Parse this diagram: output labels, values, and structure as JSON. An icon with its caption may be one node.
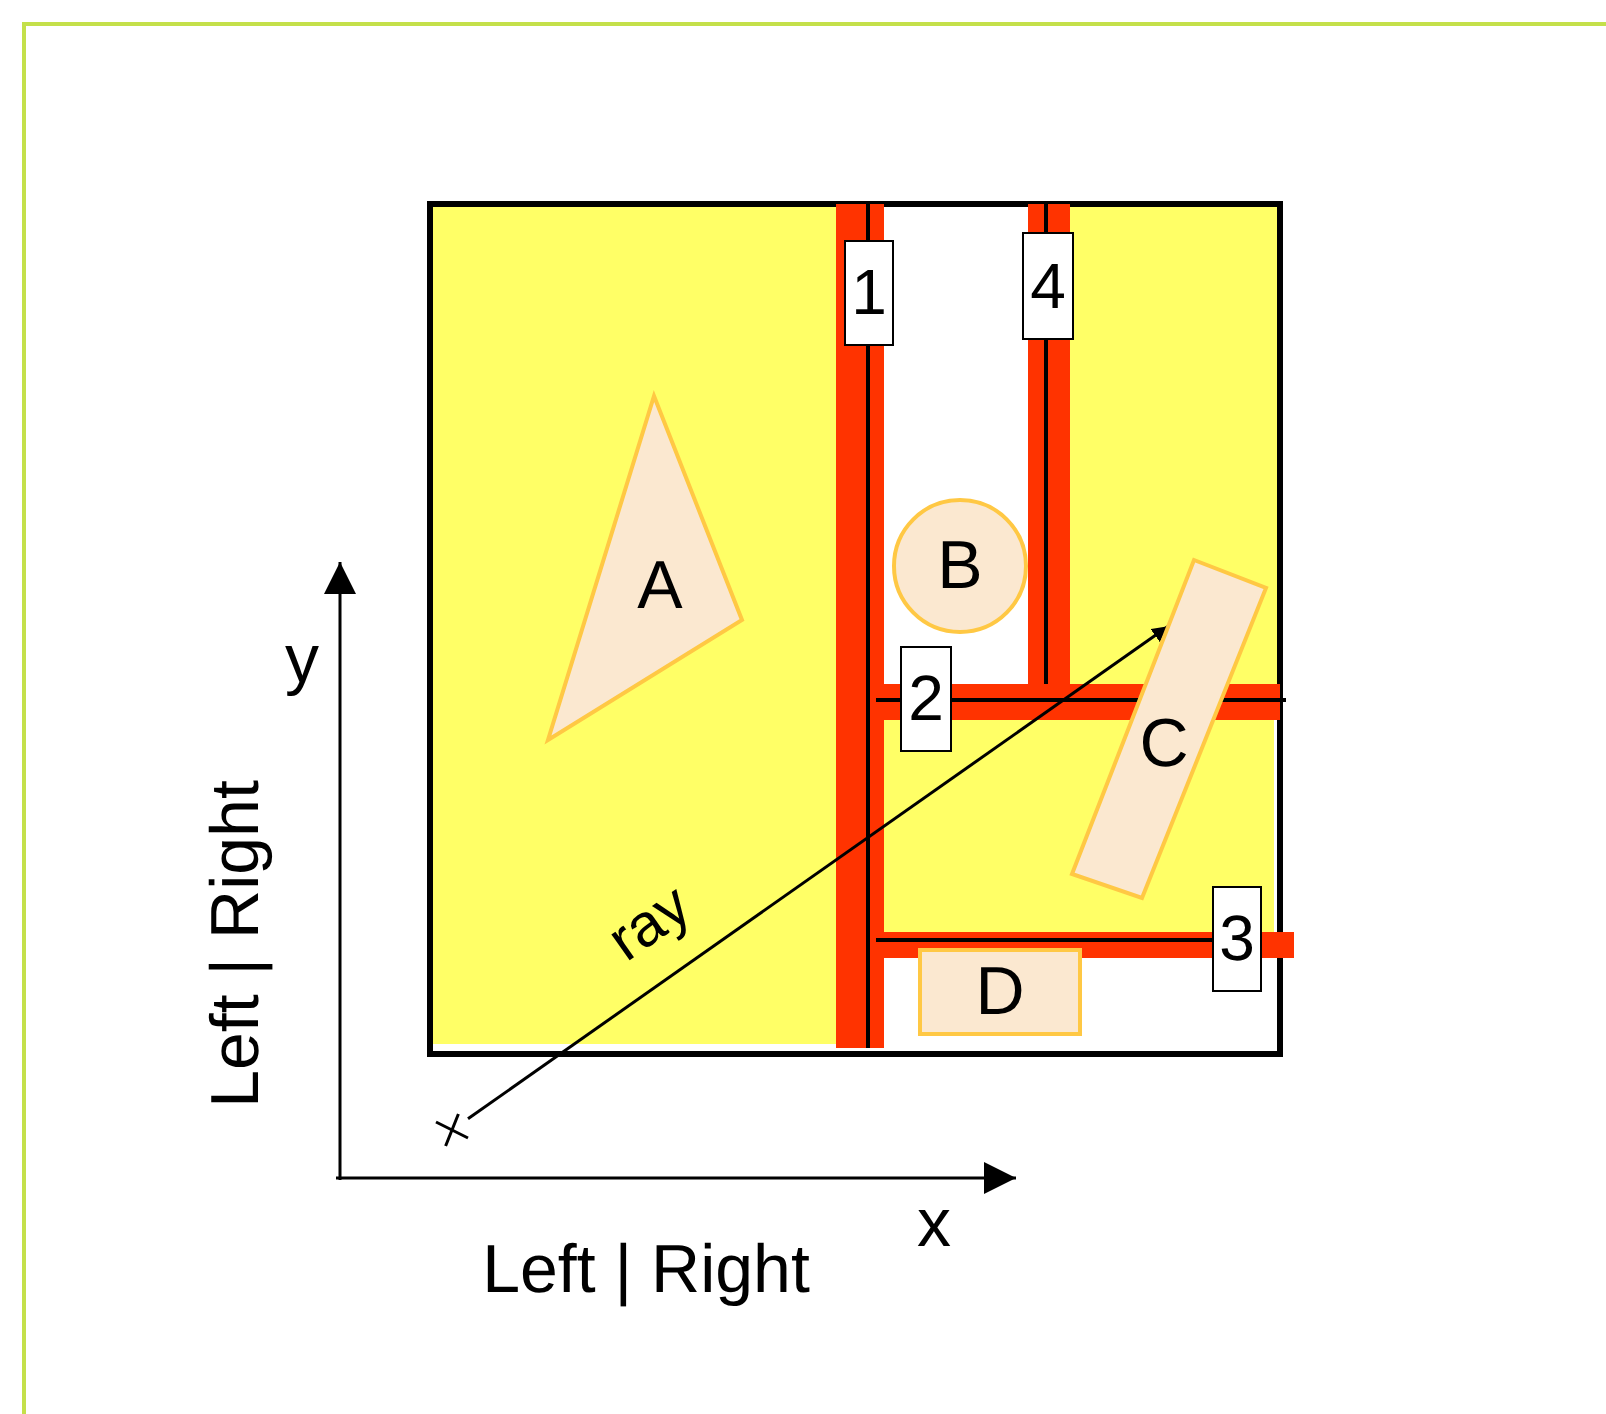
{
  "diagram": {
    "nodes": [
      {
        "text": [
          "A"
        ]
      },
      {
        "text": [
          "B"
        ]
      },
      {
        "text": [
          "C"
        ]
      },
      {
        "text": [
          "D"
        ]
      },
      {
        "text": [],
        "shape": "cross"
      }
    ],
    "edges": [
      {
        "from": 4,
        "to": 2,
        "arrow": "to",
        "label": "ray"
      }
    ],
    "labels": [
      "1",
      "4",
      "2",
      "3",
      "y",
      "Left | Right",
      "x",
      "Left | Right"
    ]
  }
}
